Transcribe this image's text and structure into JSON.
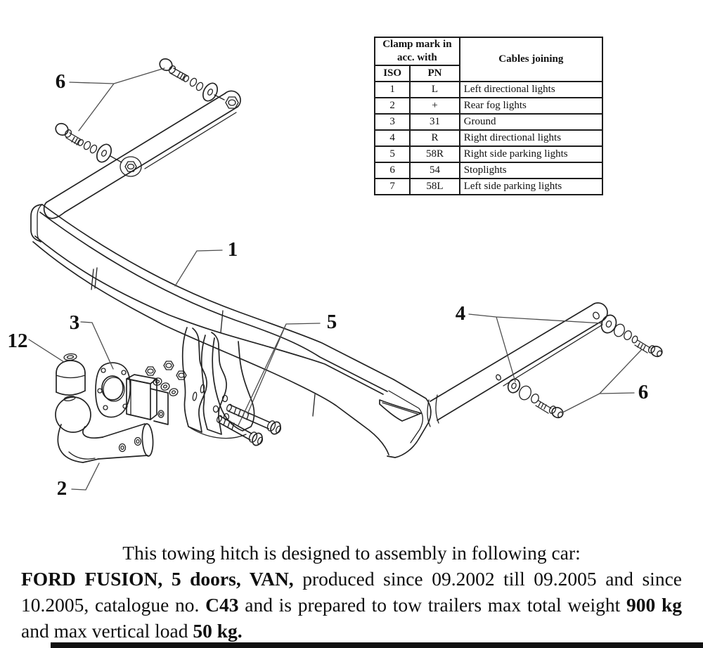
{
  "table": {
    "header_group": "Clamp mark in acc. with",
    "col_iso": "ISO",
    "col_pn": "PN",
    "col_cables": "Cables joining",
    "rows": [
      {
        "iso": "1",
        "pn": "L",
        "cables": "Left directional lights"
      },
      {
        "iso": "2",
        "pn": "+",
        "cables": "Rear fog lights"
      },
      {
        "iso": "3",
        "pn": "31",
        "cables": "Ground"
      },
      {
        "iso": "4",
        "pn": "R",
        "cables": "Right directional lights"
      },
      {
        "iso": "5",
        "pn": "58R",
        "cables": "Right side parking lights"
      },
      {
        "iso": "6",
        "pn": "54",
        "cables": "Stoplights"
      },
      {
        "iso": "7",
        "pn": "58L",
        "cables": "Left side parking lights"
      }
    ]
  },
  "diagram": {
    "part_labels": [
      {
        "text": "6"
      },
      {
        "text": "1"
      },
      {
        "text": "3"
      },
      {
        "text": "12"
      },
      {
        "text": "2"
      },
      {
        "text": "5"
      },
      {
        "text": "4"
      },
      {
        "text": "6"
      }
    ]
  },
  "footer": {
    "intro": "This towing hitch is designed to assembly in following car:",
    "segments": [
      {
        "text": "FORD FUSION, 5 doors, VAN,",
        "bold": true
      },
      {
        "text": " produced since 09.2002 till 09.2005 and since 10.2005, catalogue no. ",
        "bold": false
      },
      {
        "text": "C43",
        "bold": true
      },
      {
        "text": " and is prepared to tow trailers max total weight ",
        "bold": false
      },
      {
        "text": "900 kg",
        "bold": true
      },
      {
        "text": " and max vertical load ",
        "bold": false
      },
      {
        "text": "50 kg.",
        "bold": true
      }
    ]
  },
  "colors": {
    "ink": "#232323",
    "leader": "#4d4d4d",
    "paper": "#ffffff"
  }
}
